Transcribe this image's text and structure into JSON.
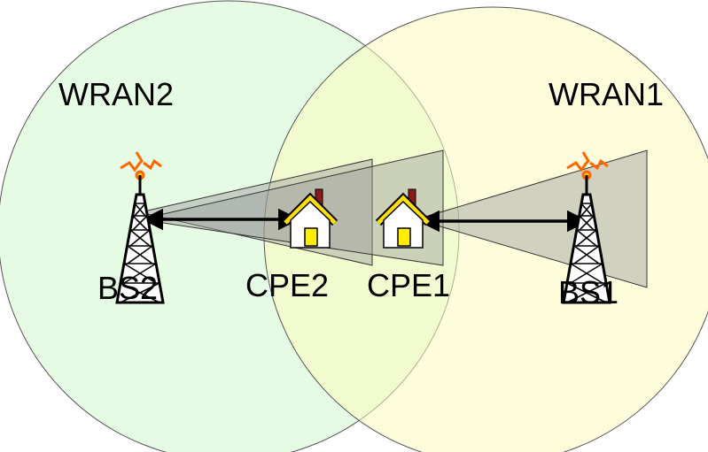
{
  "labels": {
    "wran2": "WRAN2",
    "wran1": "WRAN1",
    "bs2": "BS2",
    "bs1": "BS1",
    "cpe2": "CPE2",
    "cpe1": "CPE1"
  },
  "icons": {
    "tower": "radio-tower-icon",
    "house": "house-icon",
    "signal": "lightning-signal-icon"
  },
  "colors": {
    "wran2_fill": "#e6fbe3",
    "wran1_fill": "#fbfbbf",
    "overlap_fill": "#e8f1bf",
    "beam_fill": "#9c9c9c",
    "house_roof": "#ffde00",
    "house_door": "#ffee00",
    "chimney": "#8b1a1a",
    "signal": "#ff6600"
  }
}
